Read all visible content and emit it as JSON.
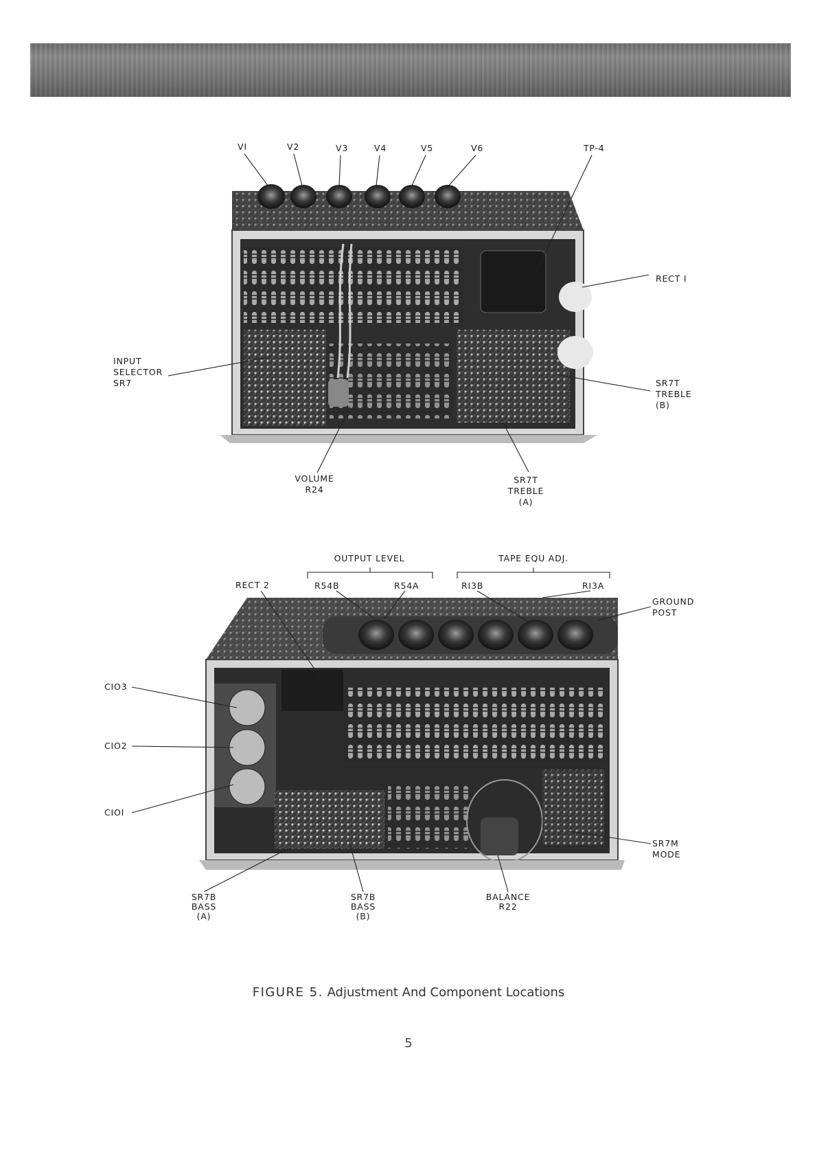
{
  "figure": {
    "top": {
      "tubes": [
        "VI",
        "V2",
        "V3",
        "V4",
        "V5",
        "V6"
      ],
      "tp4": "TP-4",
      "rect1": "RECT I",
      "input_selector": [
        "INPUT",
        "SELECTOR",
        "SR7"
      ],
      "treble_b": [
        "SR7T",
        "TREBLE",
        "(B)"
      ],
      "volume": [
        "VOLUME",
        "R24"
      ],
      "treble_a": [
        "SR7T",
        "TREBLE",
        "(A)"
      ]
    },
    "bottom": {
      "output_level": "OUTPUT LEVEL",
      "tape_equ_adj": "TAPE EQU ADJ.",
      "r54b": "R54B",
      "r54a": "R54A",
      "r13b": "RI3B",
      "r13a": "RI3A",
      "rect2": "RECT 2",
      "ground_post": [
        "GROUND",
        "POST"
      ],
      "c103": "CIO3",
      "c102": "CIO2",
      "c101": "CIOI",
      "sr7m": [
        "SR7M",
        "MODE"
      ],
      "bass_a": [
        "SR7B",
        "BASS",
        "(A)"
      ],
      "bass_b": [
        "SR7B",
        "BASS",
        "(B)"
      ],
      "balance": [
        "BALANCE",
        "R22"
      ]
    }
  },
  "caption": {
    "number": "FIGURE 5.",
    "text": "Adjustment And Component Locations"
  },
  "page_number": "5"
}
